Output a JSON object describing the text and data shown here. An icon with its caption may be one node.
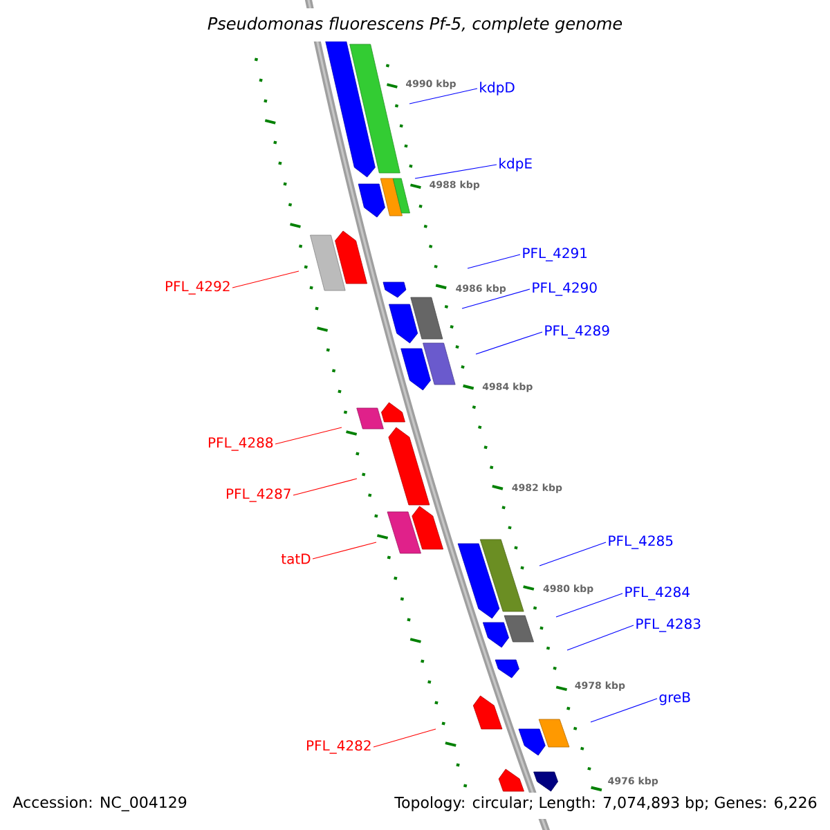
{
  "diagram": {
    "title": "*Pseudomonas fluorescens* Pf-5, complete genome",
    "nodes": [
      {
        "text": [
          "kdpD"
        ]
      },
      {
        "text": [
          "kdpE"
        ]
      },
      {
        "text": [
          "PFL_4291"
        ]
      },
      {
        "text": [
          "PFL_4290"
        ]
      },
      {
        "text": [
          "PFL_4289"
        ]
      },
      {
        "text": [
          "PFL_4285"
        ]
      },
      {
        "text": [
          "PFL_4284"
        ]
      },
      {
        "text": [
          "PFL_4283"
        ]
      },
      {
        "text": [
          "greB"
        ]
      },
      {
        "text": [
          "PFL_4292"
        ]
      },
      {
        "text": [
          "PFL_4288"
        ]
      },
      {
        "text": [
          "PFL_4287"
        ]
      },
      {
        "text": [
          "tatD"
        ]
      },
      {
        "text": [
          "PFL_4282"
        ]
      }
    ],
    "edges": [
      {
        "from": 0,
        "to": null,
        "arrow": "none"
      },
      {
        "from": 1,
        "to": null,
        "arrow": "none"
      },
      {
        "from": 2,
        "to": null,
        "arrow": "none"
      },
      {
        "from": 3,
        "to": null,
        "arrow": "none"
      },
      {
        "from": 4,
        "to": null,
        "arrow": "none"
      },
      {
        "from": 5,
        "to": null,
        "arrow": "none"
      },
      {
        "from": 6,
        "to": null,
        "arrow": "none"
      },
      {
        "from": 7,
        "to": null,
        "arrow": "none"
      },
      {
        "from": 8,
        "to": null,
        "arrow": "none"
      },
      {
        "from": 9,
        "to": null,
        "arrow": "none",
        "color": "#ff0000"
      },
      {
        "from": 10,
        "to": null,
        "arrow": "none",
        "color": "#ff0000"
      },
      {
        "from": 11,
        "to": null,
        "arrow": "none",
        "color": "#ff0000"
      },
      {
        "from": 12,
        "to": null,
        "arrow": "none",
        "color": "#ff0000"
      },
      {
        "from": 13,
        "to": null,
        "arrow": "none",
        "color": "#ff0000"
      }
    ],
    "labels": [
      "4990 kbp",
      "4988 kbp",
      "4986 kbp",
      "4984 kbp",
      "4982 kbp",
      "4980 kbp",
      "4978 kbp",
      "4976 kbp",
      "Accession: NC_004129",
      "Topology: circular; Length: 7,074,893 bp; Genes: 6,226"
    ]
  }
}
